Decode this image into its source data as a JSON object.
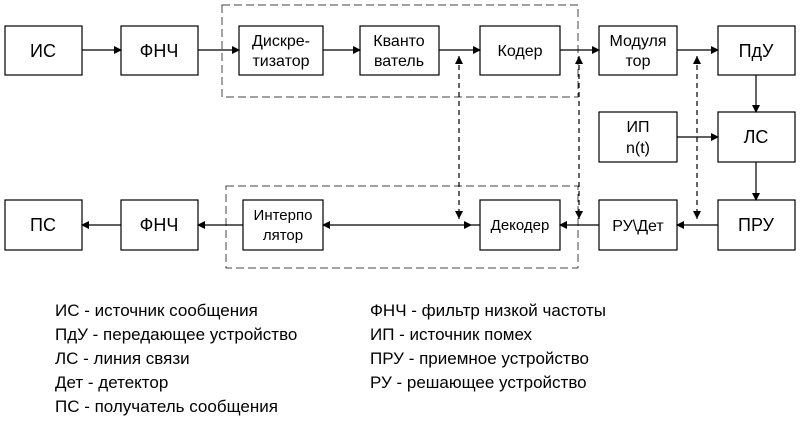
{
  "blocks": {
    "is": "ИС",
    "fnch_tx": "ФНЧ",
    "discretizer": [
      "Дискре-",
      "тизатор"
    ],
    "quantizer": [
      "Кванто",
      "ватель"
    ],
    "coder": "Кодер",
    "modulator": [
      "Модуля",
      "тор"
    ],
    "pdu": "ПдУ",
    "ip": [
      "ИП",
      "n(t)"
    ],
    "ls": "ЛС",
    "pru": "ПРУ",
    "ru_det": "РУ\\Дет",
    "decoder": "Декодер",
    "interpolator": [
      "Интерпо",
      "лятор"
    ],
    "fnch_rx": "ФНЧ",
    "ps": "ПС"
  },
  "legend": [
    "ИС - источник сообщения",
    "ПдУ - передающее устройство",
    "ЛС - линия связи",
    "Дет - детектор",
    "ПС - получатель сообщения",
    "ФНЧ - фильтр низкой частоты",
    "ИП - источник помех",
    "ПРУ - приемное устройство",
    "РУ - решающее устройство"
  ]
}
